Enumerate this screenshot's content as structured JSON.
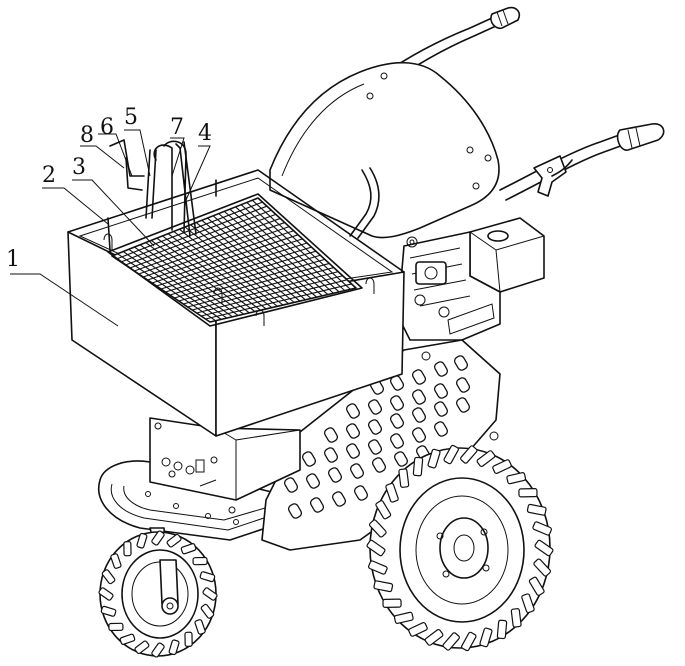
{
  "labels": [
    {
      "id": "1",
      "text": "1"
    },
    {
      "id": "2",
      "text": "2"
    },
    {
      "id": "3",
      "text": "3"
    },
    {
      "id": "4",
      "text": "4"
    },
    {
      "id": "5",
      "text": "5"
    },
    {
      "id": "6",
      "text": "6"
    },
    {
      "id": "7",
      "text": "7"
    },
    {
      "id": "8",
      "text": "8"
    }
  ],
  "colors": {
    "line": "#111111",
    "background": "#ffffff"
  }
}
